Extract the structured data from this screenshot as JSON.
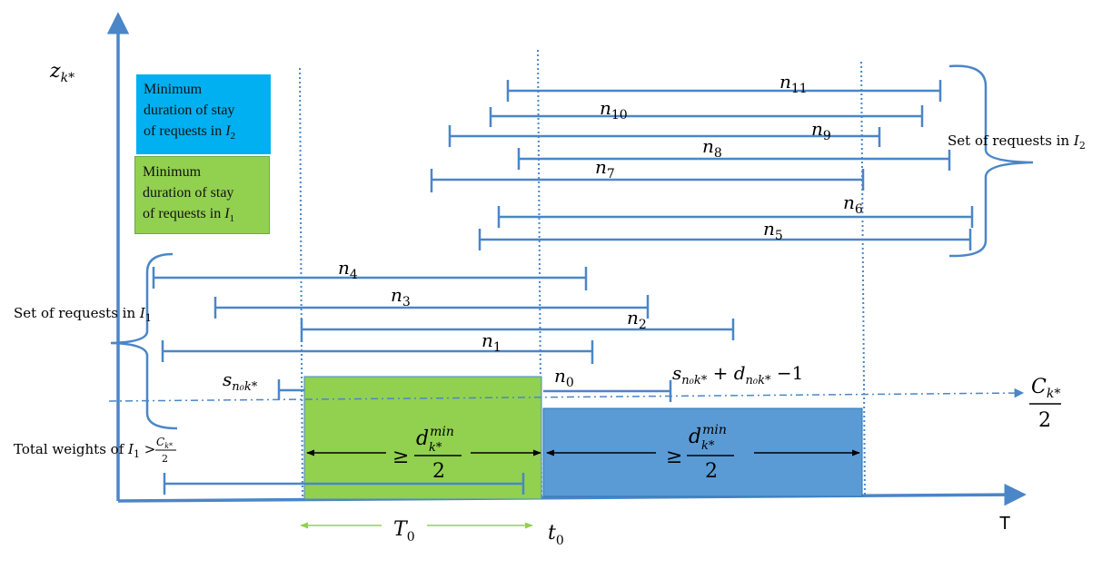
{
  "colors": {
    "axis": "#4a86c8",
    "interval": "#4a86c8",
    "green_block": "#92d050",
    "blue_block": "#5b9bd5",
    "legend_blue": "#00b0f0",
    "legend_green": "#92d050",
    "t0_arrow": "#92d050"
  },
  "axes": {
    "y_label_base": "z",
    "y_label_sub": "k*",
    "x_label": "T"
  },
  "legend": {
    "blue": {
      "line1": "Minimum",
      "line2": "duration of stay",
      "line3_prefix": "of requests in ",
      "line3_var": "I",
      "line3_sub": "2"
    },
    "green": {
      "line1": "Minimum",
      "line2": "duration of stay",
      "line3_prefix": "of requests in ",
      "line3_var": "I",
      "line3_sub": "1"
    }
  },
  "brackets": {
    "left_text": "Set of requests in ",
    "left_var": "I",
    "left_sub": "1",
    "right_text": "Set of requests in ",
    "right_var": "I",
    "right_sub": "2"
  },
  "intervals": [
    {
      "base": "n",
      "sub": "11"
    },
    {
      "base": "n",
      "sub": "10"
    },
    {
      "base": "n",
      "sub": "9"
    },
    {
      "base": "n",
      "sub": "8"
    },
    {
      "base": "n",
      "sub": "7"
    },
    {
      "base": "n",
      "sub": "6"
    },
    {
      "base": "n",
      "sub": "5"
    },
    {
      "base": "n",
      "sub": "4"
    },
    {
      "base": "n",
      "sub": "3"
    },
    {
      "base": "n",
      "sub": "2"
    },
    {
      "base": "n",
      "sub": "1"
    },
    {
      "base": "n",
      "sub": "0"
    }
  ],
  "annotations": {
    "s_label": "s",
    "s_sub": "n₀k*",
    "end_label": "s",
    "end_sub1": "n₀k*",
    "end_mid": " + d",
    "end_sub2": "n₀k*",
    "end_tail": " −1",
    "capacity_num_base": "C",
    "capacity_num_sub": "k*",
    "capacity_den": "2",
    "geq": "≥",
    "dmin_base": "d",
    "dmin_sup": "min",
    "dmin_sub": "k*",
    "dmin_den": "2",
    "T0_base": "T",
    "T0_sub": "0",
    "t0_base": "t",
    "t0_sub": "0",
    "total_weights_text": "Total weights of ",
    "total_weights_var": "I",
    "total_weights_sub": "1",
    "total_weights_gt": " > ",
    "total_weights_frac_num": "C",
    "total_weights_frac_num_sub": "k*",
    "total_weights_frac_den": "2"
  }
}
